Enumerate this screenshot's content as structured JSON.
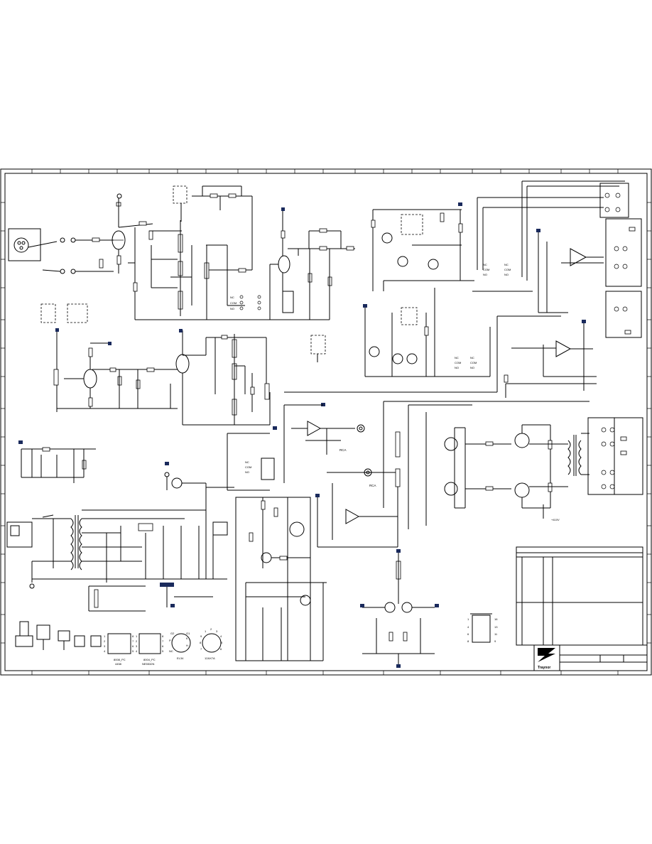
{
  "sheet": {
    "background": "#ffffff",
    "line_color": "#000000",
    "net_flag_color": "#1a2a5c"
  },
  "labels": {
    "rca_1": "RCA",
    "rca_2": "RCA",
    "hv": "+410V",
    "relay_nc": "NC",
    "relay_com": "COM",
    "relay_no": "NO"
  },
  "footprints": {
    "socket_8pin_pc": "8008_PC",
    "socket_8pin_sub": "4458",
    "socket_8pin_b_pc": "8004_PC",
    "socket_8pin_b_sub": "NE5532N",
    "tube_el34": "EL34",
    "tube_12ax7": "12AX7A",
    "el34_pins": [
      "G2",
      "G1",
      "P",
      "K",
      "H",
      "NC"
    ],
    "el34_socket_pins": [
      "1",
      "2",
      "3",
      "4",
      "5",
      "6",
      "7",
      "8"
    ],
    "ic_pins_left": [
      "1",
      "2",
      "3",
      "4"
    ],
    "ic_pins_right": [
      "8",
      "7",
      "6",
      "5"
    ],
    "ic_pins_b_left": [
      "1",
      "2",
      "3",
      "4"
    ],
    "ic_pins_b_right": [
      "8",
      "7",
      "6",
      "5"
    ],
    "tube9_pins": [
      "1",
      "2",
      "3",
      "4",
      "5",
      "6",
      "7",
      "8",
      "9"
    ],
    "ic16_left": [
      "1",
      "4",
      "6",
      "8"
    ],
    "ic16_right": [
      "16",
      "13",
      "11",
      "9"
    ]
  },
  "title_block": {
    "logo_text": "Traynor"
  }
}
